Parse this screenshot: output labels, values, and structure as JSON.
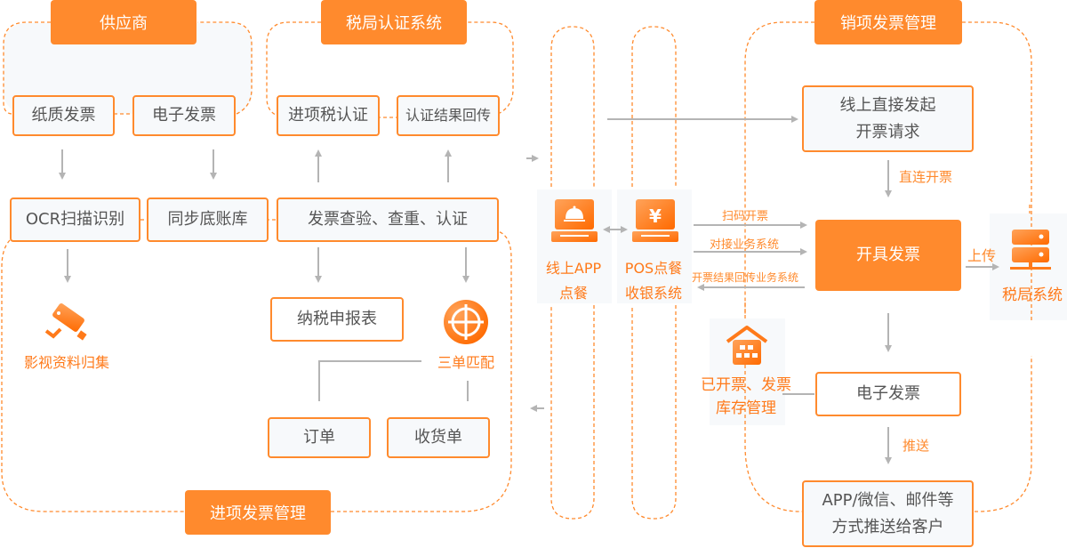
{
  "groups": {
    "supplier": "供应商",
    "tax_auth": "税局认证系统",
    "sales": "销项发票管理",
    "input": "进项发票管理"
  },
  "supplier": {
    "paper_invoice": "纸质发票",
    "e_invoice": "电子发票"
  },
  "tax_auth": {
    "input_tax_cert": "进项税认证",
    "cert_result_return": "认证结果回传"
  },
  "input_mgmt": {
    "ocr": "OCR扫描识别",
    "sync_ledger": "同步底账库",
    "check": "发票查验、查重、认证",
    "tax_return": "纳税申报表",
    "media_archive": "影视资料归集",
    "three_match": "三单匹配",
    "order": "订单",
    "receipt": "收货单"
  },
  "middle": {
    "online_app_line1": "线上APP",
    "online_app_line2": "点餐",
    "pos_line1": "POS点餐",
    "pos_line2": "收银系统"
  },
  "flows": {
    "scan": "扫码开票",
    "dock": "对接业务系统",
    "return": "开票结果回传业务系统",
    "direct": "直连开票",
    "upload": "上传",
    "push": "推送"
  },
  "sales": {
    "online_request_line1": "线上直接发起",
    "online_request_line2": "开票请求",
    "issue_invoice": "开具发票",
    "e_invoice": "电子发票",
    "push_line1": "APP/微信、邮件等",
    "push_line2": "方式推送给客户",
    "inventory_line1": "已开票、发票",
    "inventory_line2": "库存管理",
    "tax_system": "税局系统"
  },
  "colors": {
    "accent": "#ff8a2d",
    "arrow": "#b4b4b4",
    "panel": "#f7f9fb"
  }
}
